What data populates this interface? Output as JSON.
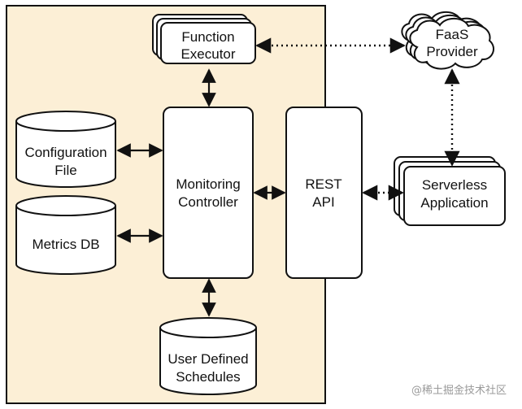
{
  "colors": {
    "system_fill": "#fcefd6",
    "node_fill": "#ffffff",
    "stroke": "#111111"
  },
  "nodes": {
    "function_executor": [
      "Function",
      "Executor"
    ],
    "faas_provider": [
      "FaaS",
      "Provider"
    ],
    "configuration_file": [
      "Configuration",
      "File"
    ],
    "metrics_db": [
      "Metrics DB"
    ],
    "monitoring_controller": [
      "Monitoring",
      "Controller"
    ],
    "rest_api": [
      "REST",
      "API"
    ],
    "serverless_application": [
      "Serverless",
      "Application"
    ],
    "user_defined_schedules": [
      "User Defined",
      "Schedules"
    ]
  },
  "watermark": "@稀土掘金技术社区"
}
